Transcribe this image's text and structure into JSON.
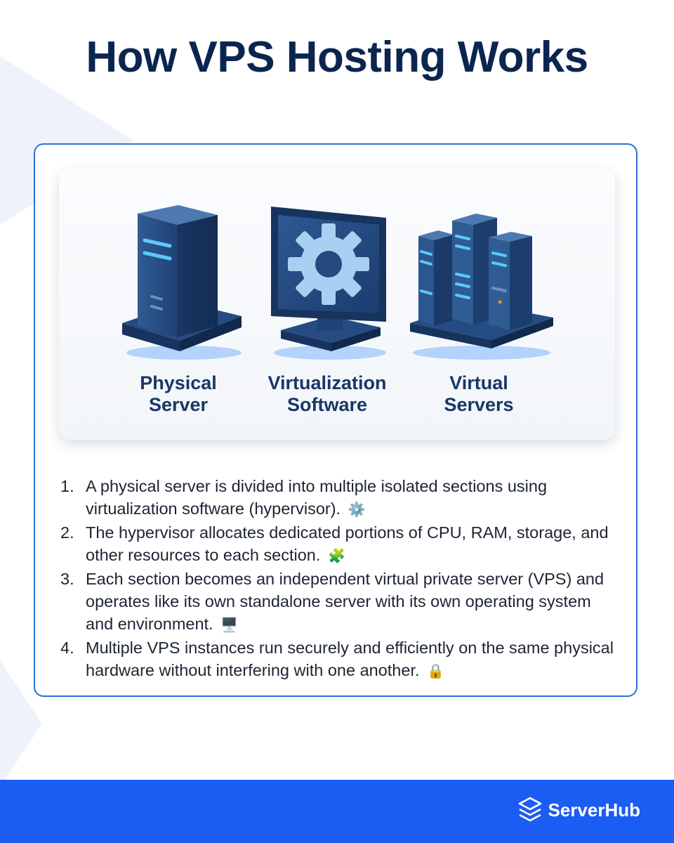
{
  "title": "How VPS Hosting Works",
  "illustrations": [
    {
      "label_line1": "Physical",
      "label_line2": "Server",
      "icon": "physical-server-icon"
    },
    {
      "label_line1": "Virtualization",
      "label_line2": "Software",
      "icon": "gear-monitor-icon"
    },
    {
      "label_line1": "Virtual",
      "label_line2": "Servers",
      "icon": "server-cluster-icon"
    }
  ],
  "steps": [
    {
      "num": "1.",
      "text": "A physical server is divided into multiple isolated sections using virtualization software (hypervisor).",
      "emoji": "⚙️"
    },
    {
      "num": "2.",
      "text": "The hypervisor allocates dedicated portions of CPU, RAM, storage, and other resources to each section.",
      "emoji": "🧩"
    },
    {
      "num": "3.",
      "text": "Each section becomes an independent virtual private server (VPS) and operates like its own standalone server with its own operating system and environment.",
      "emoji": "🖥️"
    },
    {
      "num": "4.",
      "text": "Multiple VPS instances run securely and efficiently on the same physical hardware without interfering with one another.",
      "emoji": "🔒"
    }
  ],
  "brand": {
    "name": "ServerHub",
    "icon": "serverhub-logo-icon"
  },
  "colors": {
    "title": "#0b2550",
    "card_border": "#2b6fdc",
    "footer": "#1b5cf2"
  }
}
